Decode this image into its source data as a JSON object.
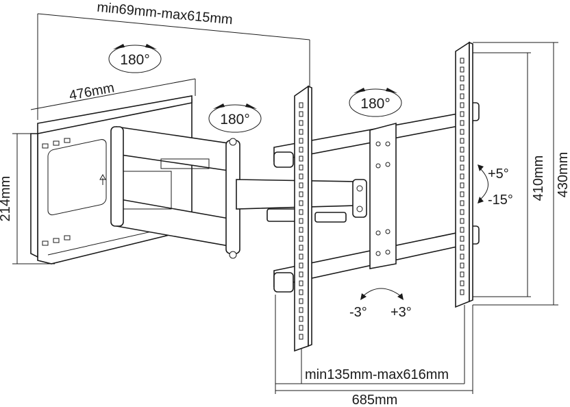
{
  "dimensions": {
    "extension": "min69mm-max615mm",
    "wall_plate_width": "476mm",
    "wall_plate_height": "214mm",
    "rail_height_inner": "410mm",
    "rail_height_outer": "430mm",
    "vesa_width": "min135mm-max616mm",
    "total_width": "685mm"
  },
  "rotations": {
    "wall_swivel": "180°",
    "arm_swivel": "180°",
    "head_swivel": "180°",
    "tilt_up": "+5°",
    "tilt_down": "-15°",
    "level_minus": "-3°",
    "level_plus": "+3°"
  }
}
